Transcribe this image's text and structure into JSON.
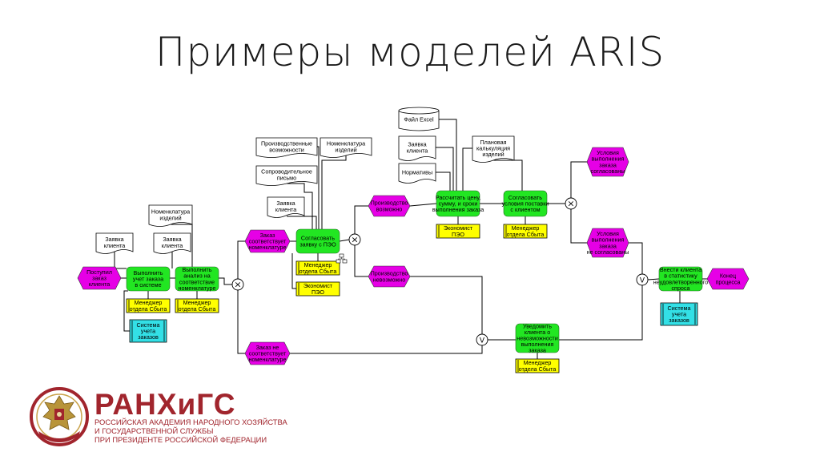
{
  "slide": {
    "title": "Примеры моделей ARIS"
  },
  "diagram": {
    "events": [
      {
        "id": "e1",
        "lines": [
          "Поступил",
          "заказ",
          "клиента"
        ]
      },
      {
        "id": "e2",
        "lines": [
          "Заказ",
          "соответствует",
          "номенклатуре"
        ]
      },
      {
        "id": "e3",
        "lines": [
          "Производство",
          "возможно"
        ]
      },
      {
        "id": "e4",
        "lines": [
          "Производство",
          "невозможно"
        ]
      },
      {
        "id": "e5",
        "lines": [
          "Заказ не",
          "соответствует",
          "номенклатуре"
        ]
      },
      {
        "id": "e6",
        "lines": [
          "Условия",
          "выполнения",
          "заказа",
          "согласованы"
        ]
      },
      {
        "id": "e7",
        "lines": [
          "Условия",
          "выполнения",
          "заказа",
          "не согласованы"
        ]
      },
      {
        "id": "e8",
        "lines": [
          "Конец",
          "процесса"
        ]
      }
    ],
    "functions": [
      {
        "id": "f1",
        "lines": [
          "Выполнить",
          "учет заказа",
          "в системе"
        ]
      },
      {
        "id": "f2",
        "lines": [
          "Выполнить",
          "анализ на",
          "соответствие",
          "номенклатуре"
        ]
      },
      {
        "id": "f3",
        "lines": [
          "Согласовать",
          "заявку с ПЭО"
        ]
      },
      {
        "id": "f4",
        "lines": [
          "Рассчитать цену,",
          "сумму, и сроки",
          "выполнения заказа"
        ]
      },
      {
        "id": "f5",
        "lines": [
          "Согласовать",
          "условия поставки",
          "с клиентом"
        ]
      },
      {
        "id": "f6",
        "lines": [
          "Уведомить",
          "клиента о",
          "невозможности",
          "выполнения",
          "заказа"
        ]
      },
      {
        "id": "f7",
        "lines": [
          "Внести клиента",
          "в статистику",
          "неудовлетворенного",
          "спроса"
        ]
      }
    ],
    "roles": [
      {
        "id": "r1",
        "lines": [
          "Менеджер",
          "отдела Сбыта"
        ]
      },
      {
        "id": "r2",
        "lines": [
          "Менеджер",
          "отдела Сбыта"
        ]
      },
      {
        "id": "r3",
        "lines": [
          "Менеджер",
          "отдела Сбыта"
        ]
      },
      {
        "id": "r4",
        "lines": [
          "Экономист",
          "ПЭО"
        ]
      },
      {
        "id": "r5",
        "lines": [
          "Экономист",
          "ПЭО"
        ]
      },
      {
        "id": "r6",
        "lines": [
          "Менеджер",
          "отдела Сбыта"
        ]
      },
      {
        "id": "r7",
        "lines": [
          "Менеджер",
          "отдела Сбыта"
        ]
      }
    ],
    "systems": [
      {
        "id": "s1",
        "lines": [
          "Система",
          "учета",
          "заказов"
        ]
      },
      {
        "id": "s2",
        "lines": [
          "Система",
          "учета",
          "заказов"
        ]
      }
    ],
    "documents": [
      {
        "id": "d1",
        "lines": [
          "Заявка",
          "клиента"
        ]
      },
      {
        "id": "d2",
        "lines": [
          "Заявка",
          "клиента"
        ]
      },
      {
        "id": "d3",
        "lines": [
          "Номенклатура",
          "изделий"
        ]
      },
      {
        "id": "d4",
        "lines": [
          "Производственные",
          "возможности"
        ]
      },
      {
        "id": "d5",
        "lines": [
          "Номенклатура",
          "изделий"
        ]
      },
      {
        "id": "d6",
        "lines": [
          "Сопроводительное",
          "письмо"
        ]
      },
      {
        "id": "d7",
        "lines": [
          "Заявка",
          "клиента"
        ]
      },
      {
        "id": "d8",
        "lines": [
          "Заявка",
          "клиента"
        ]
      },
      {
        "id": "d9",
        "lines": [
          "Нормативы"
        ]
      },
      {
        "id": "d10",
        "lines": [
          "Плановая",
          "калькуляция",
          "изделий"
        ]
      }
    ],
    "files": [
      {
        "id": "fl1",
        "lines": [
          "Файл Excel"
        ]
      }
    ],
    "connectors": [
      {
        "id": "x1",
        "symbol": "×"
      },
      {
        "id": "x2",
        "symbol": "×"
      },
      {
        "id": "x3",
        "symbol": "×"
      },
      {
        "id": "v1",
        "symbol": "V"
      },
      {
        "id": "v2",
        "symbol": "V"
      }
    ],
    "colors": {
      "event": "#e600e6",
      "function": "#22e622",
      "role": "#ffff00",
      "system": "#33e0e6",
      "document": "#ffffff"
    }
  },
  "logo": {
    "name": "РАНХиГС",
    "lines": [
      "РОССИЙСКАЯ АКАДЕМИЯ НАРОДНОГО ХОЗЯЙСТВА",
      "И ГОСУДАРСТВЕННОЙ СЛУЖБЫ",
      "ПРИ ПРЕЗИДЕНТЕ РОССИЙСКОЙ ФЕДЕРАЦИИ"
    ],
    "emblem_text": "РАНХиГС"
  }
}
